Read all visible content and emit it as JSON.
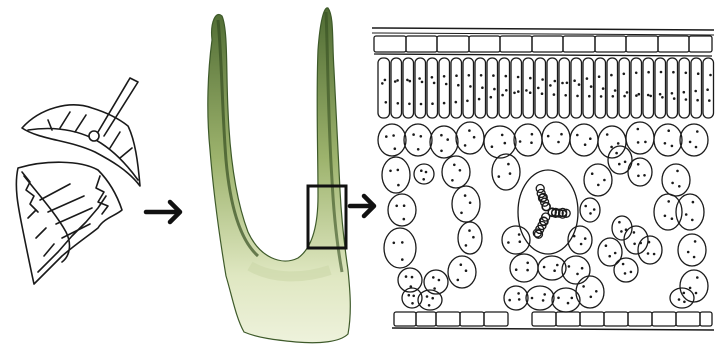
{
  "diagram": {
    "panels": [
      {
        "id": "leaf-drawing",
        "description_icon": "leaf-sketch-icon"
      },
      {
        "id": "leaf-section-photo",
        "description_icon": "section-photo"
      },
      {
        "id": "micro-section",
        "description_icon": "cell-layers-diagram"
      }
    ],
    "arrows": [
      "arrow-right",
      "arrow-right"
    ],
    "colors": {
      "ink": "#1a1a1a",
      "tissue_light": "#e6eccb",
      "tissue_mid": "#b9c98f",
      "tissue_dark": "#5d7440",
      "tissue_edge": "#3e5a2a"
    }
  }
}
